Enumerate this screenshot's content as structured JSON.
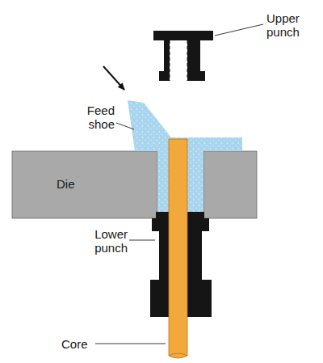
{
  "diagram": {
    "labels": [
      "Upper punch",
      "Feed shoe",
      "Die",
      "Lower punch",
      "Core"
    ]
  }
}
